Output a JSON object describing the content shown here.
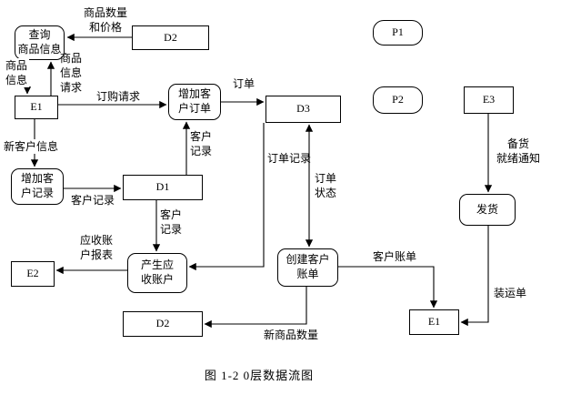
{
  "caption": "图 1-2   0层数据流图",
  "nodes": {
    "query_product_info": {
      "label": "查询\n商品信息",
      "type": "process"
    },
    "add_customer_order": {
      "label": "增加客\n户订单",
      "type": "process"
    },
    "add_customer_record": {
      "label": "增加客\n户记录",
      "type": "process"
    },
    "generate_receivable": {
      "label": "产生应\n收账户",
      "type": "process"
    },
    "create_customer_bill": {
      "label": "创建客户\n账单",
      "type": "process"
    },
    "ship_goods": {
      "label": "发货",
      "type": "process"
    },
    "p1": {
      "label": "P1",
      "type": "process"
    },
    "p2": {
      "label": "P2",
      "type": "process"
    },
    "e1_top": {
      "label": "E1",
      "type": "entity"
    },
    "e2": {
      "label": "E2",
      "type": "entity"
    },
    "e3": {
      "label": "E3",
      "type": "entity"
    },
    "e1_bottom": {
      "label": "E1",
      "type": "entity"
    },
    "d1": {
      "label": "D1",
      "type": "store"
    },
    "d2_top": {
      "label": "D2",
      "type": "store"
    },
    "d2_bottom": {
      "label": "D2",
      "type": "store"
    },
    "d3": {
      "label": "D3",
      "type": "store"
    }
  },
  "flows": {
    "qty_price": "商品数量\n和价格",
    "product_info": "商品\n信息",
    "product_info_request": "商品\n信息\n请求",
    "purchase_request": "订购请求",
    "order": "订单",
    "customer_record_up": "客户\n记录",
    "new_customer_info": "新客户信息",
    "customer_record_mid": "客户记录",
    "customer_record_down": "客户\n记录",
    "order_record": "订单记录",
    "order_status": "订单\n状态",
    "receivable_report": "应收账\n户报表",
    "customer_bill": "客户账单",
    "ready_notice": "备货\n就绪通知",
    "shipping_order": "装运单",
    "new_product_qty": "新商品数量"
  }
}
